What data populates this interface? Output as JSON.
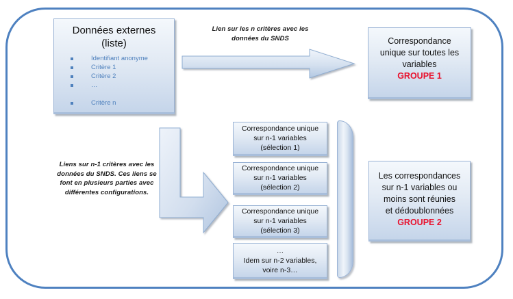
{
  "diagram": {
    "external_data_box": {
      "title": "Données externes\n(liste)",
      "items": [
        "Identifiant  anonyme",
        "Critère 1",
        "Critère 2",
        "…",
        "Critère n"
      ]
    },
    "top_caption": "Lien sur les n critères  avec les\ndonnées du SNDS",
    "left_caption": "Liens sur n-1 critères  avec les\ndonnées du SNDS.  Ces liens se\nfont  en plusieurs  parties  avec\ndifférentes  configurations.",
    "group1_box": {
      "text": "Correspondance\nunique sur toutes les\nvariables",
      "label": "GROUPE 1"
    },
    "selection_boxes": [
      {
        "text": "Correspondance unique\nsur n-1 variables\n(sélection 1)"
      },
      {
        "text": "Correspondance unique\nsur n-1 variables\n(sélection 2)"
      },
      {
        "text": "Correspondance unique\nsur n-1 variables\n(sélection 3)"
      },
      {
        "text": "…\nIdem sur n-2 variables,\nvoire n-3…"
      }
    ],
    "group2_box": {
      "text": "Les correspondances\nsur n-1 variables ou\nmoins sont réunies\net dédoublonnées",
      "label": "GROUPE 2"
    },
    "colors": {
      "frame_border": "#4e81c0",
      "box_border": "#9ab3d5",
      "box_fill_top": "#f4f8fc",
      "box_fill_bottom": "#c5d5ea",
      "list_text": "#4f81bd",
      "group_label_red": "#e8112d",
      "arrow_stroke": "#8fadd1"
    }
  }
}
